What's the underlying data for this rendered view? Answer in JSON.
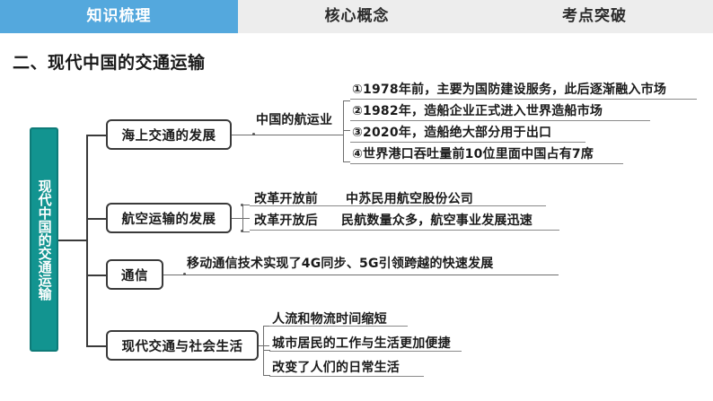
{
  "tabs": [
    {
      "label": "知识梳理",
      "active": true
    },
    {
      "label": "核心概念",
      "active": false
    },
    {
      "label": "考点突破",
      "active": false
    }
  ],
  "section": {
    "title": "二、现代中国的交通运输"
  },
  "trunk": {
    "label": "现代中国的交通运输",
    "color": "#129490"
  },
  "branches": [
    {
      "node": "海上交通的发展",
      "sub_label": "中国的航运业",
      "items": [
        "①1978年前，主要为国防建设服务，此后逐渐融入市场",
        "②1982年，造船企业正式进入世界造船市场",
        "③2020年，造船绝大部分用于出口",
        "④世界港口吞吐量前10位里面中国占有7席"
      ]
    },
    {
      "node": "航空运输的发展",
      "rows": [
        {
          "period": "改革开放前",
          "detail": "中苏民用航空股份公司"
        },
        {
          "period": "改革开放后",
          "detail": "民航数量众多，航空事业发展迅速"
        }
      ]
    },
    {
      "node": "通信",
      "items": [
        "移动通信技术实现了4G同步、5G引领跨越的快速发展"
      ]
    },
    {
      "node": "现代交通与社会生活",
      "items": [
        "人流和物流时间缩短",
        "城市居民的工作与生活更加便捷",
        "改变了人们的日常生活"
      ]
    }
  ],
  "colors": {
    "tab_active_bg": "#54a8dd",
    "tabbar_bg": "#ededed",
    "trunk_bg": "#129490",
    "line": "#3a3a3a"
  }
}
